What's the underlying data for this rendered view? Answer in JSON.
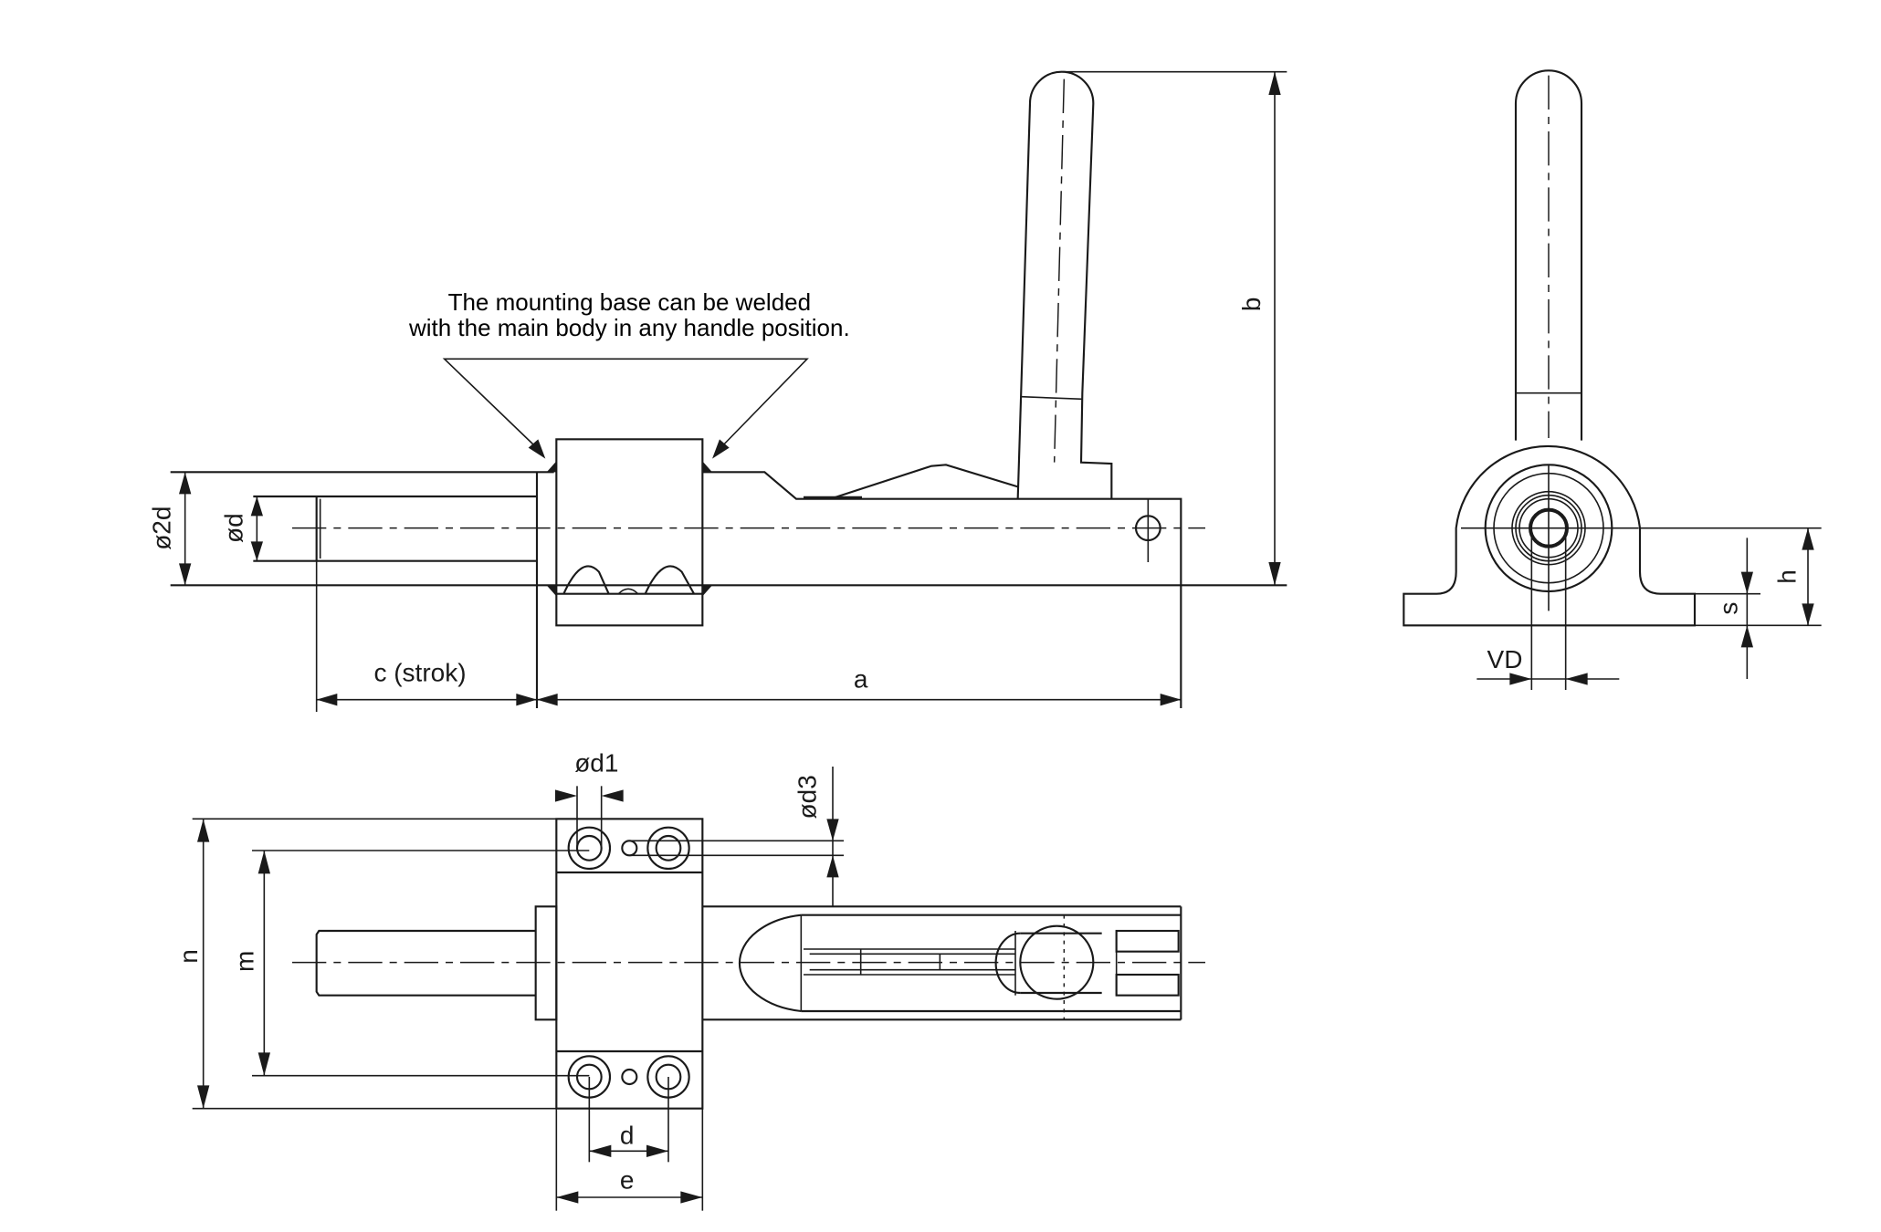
{
  "drawing": {
    "type": "technical-drawing",
    "subject": "push-pull toggle clamp with weldable mounting base",
    "annotation": {
      "line1": "The mounting base can be welded",
      "line2": "with the main body in any handle position."
    },
    "views": {
      "side": {
        "labels": {
          "dia_2d": "ø2d",
          "dia_d": "ød",
          "stroke": "c (strok)",
          "length_a": "a",
          "height_b": "b"
        }
      },
      "front": {
        "labels": {
          "vd": "VD",
          "s": "s",
          "h": "h"
        }
      },
      "top": {
        "labels": {
          "dia_d1": "ød1",
          "dia_d3": "ød3",
          "n": "n",
          "m": "m",
          "d": "d",
          "e": "e"
        }
      }
    },
    "colors": {
      "line": "#1a1a1a",
      "background": "#ffffff"
    }
  }
}
